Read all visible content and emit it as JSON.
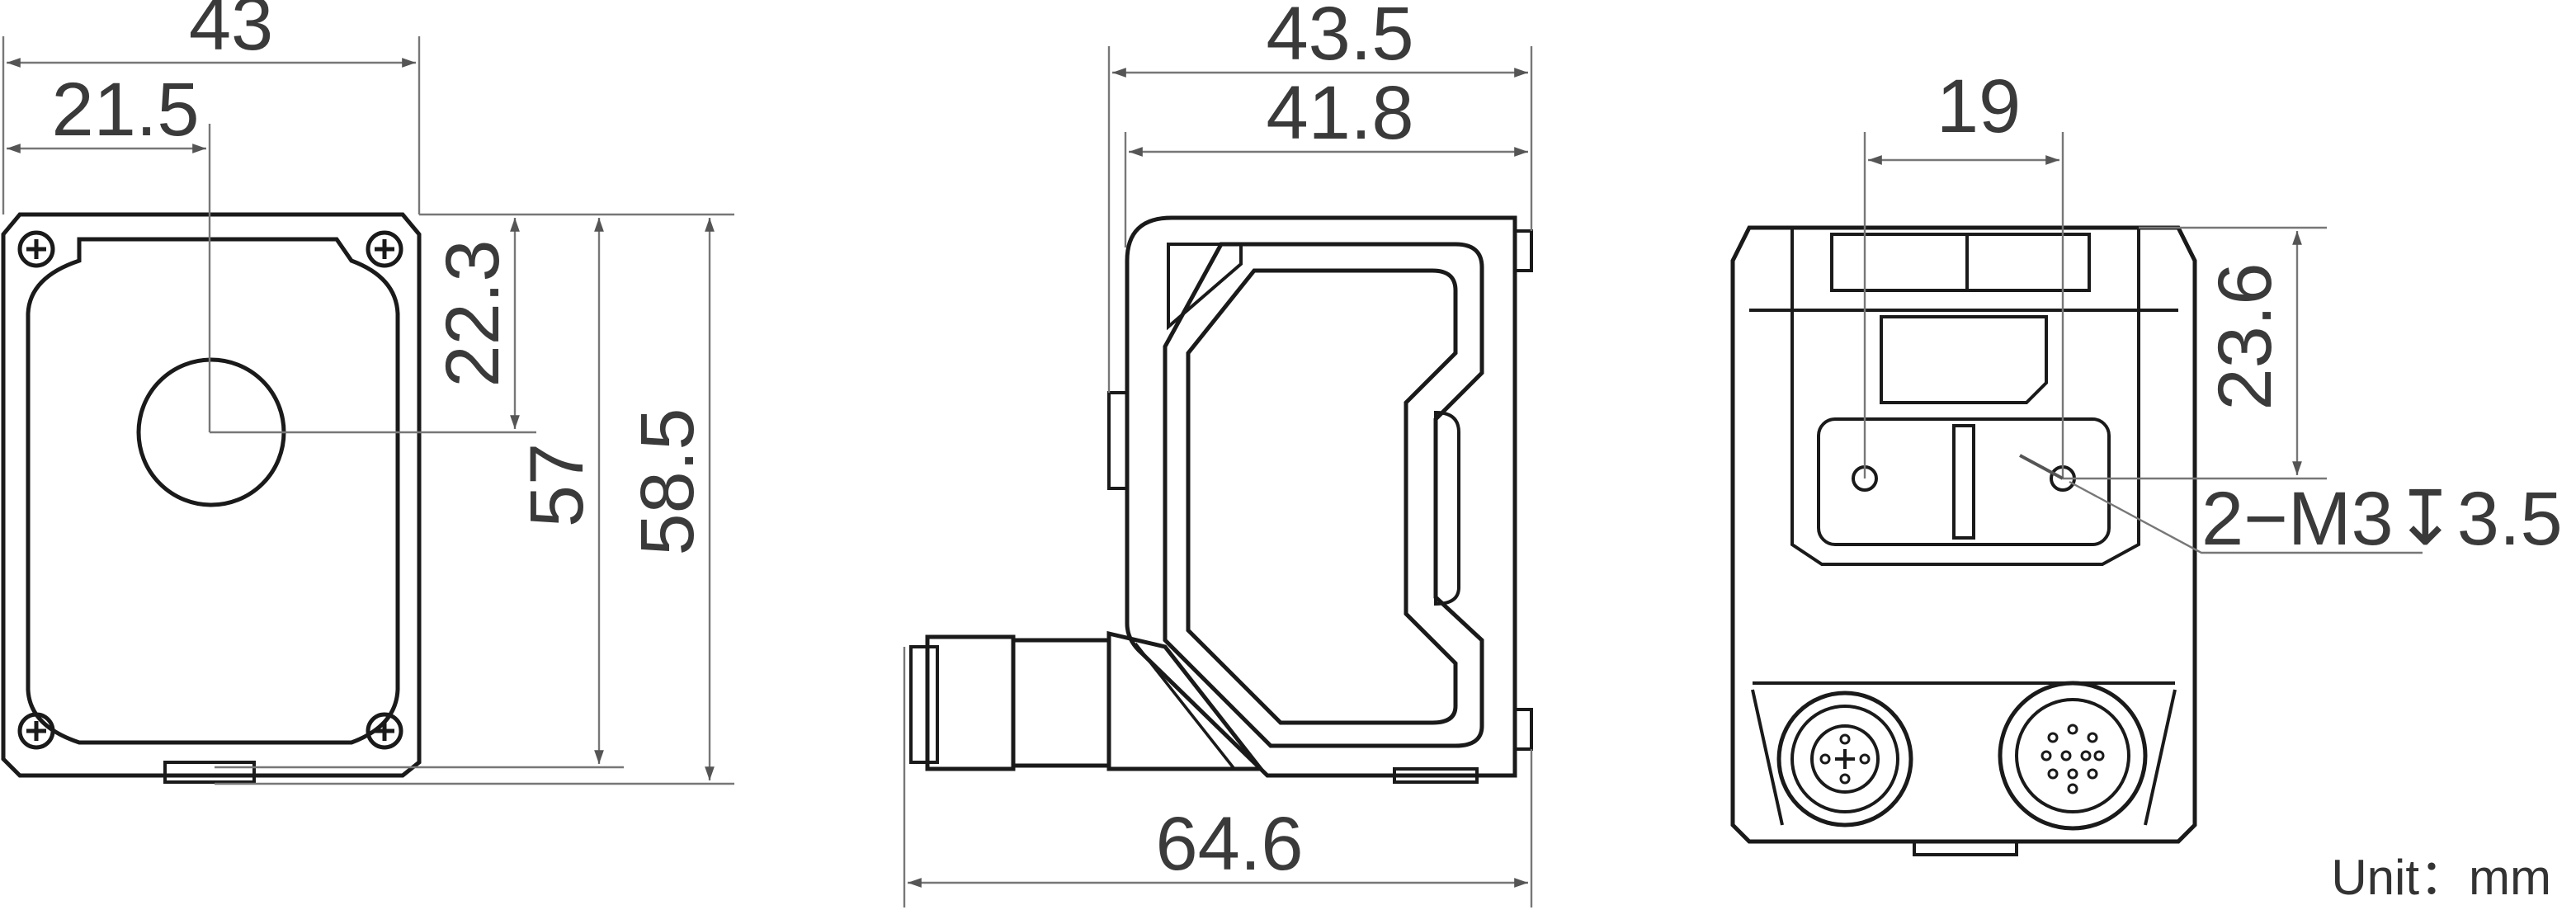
{
  "front_view": {
    "width": "43",
    "half_width": "21.5",
    "offset": "22.3",
    "height_inner": "57",
    "height_outer": "58.5"
  },
  "side_view": {
    "width_top": "43.5",
    "width_body": "41.8",
    "total_length": "64.6"
  },
  "back_view": {
    "hole_spacing": "19",
    "hole_height": "23.6",
    "thread_callout": "2−M3↧3.5"
  },
  "unit_label": "Unit：mm"
}
